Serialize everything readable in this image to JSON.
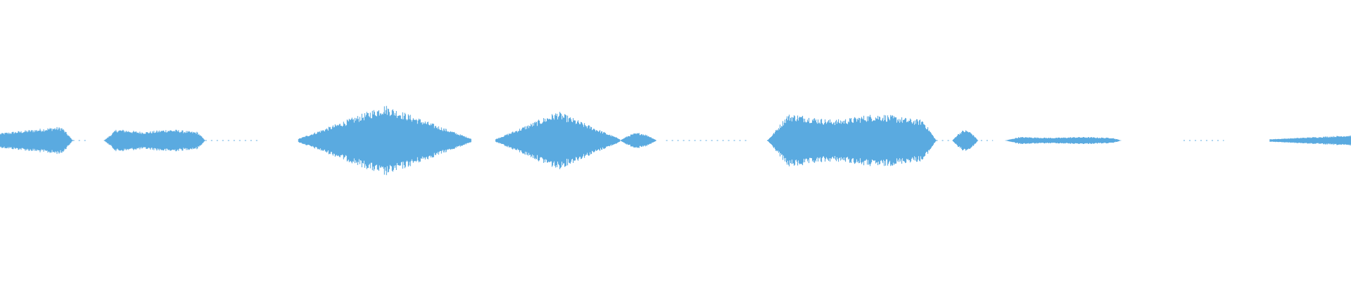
{
  "waveform": {
    "color": "#5aaae0",
    "background": "#ffffff",
    "duration_fraction_note_free": true,
    "segments": [
      {
        "start": 0.0,
        "end": 0.054,
        "peak": 0.23,
        "shape": "swell",
        "fill": true
      },
      {
        "start": 0.054,
        "end": 0.066,
        "peak": 0.01,
        "shape": "flat",
        "fill": false
      },
      {
        "start": 0.077,
        "end": 0.152,
        "peak": 0.19,
        "shape": "plateau",
        "fill": true
      },
      {
        "start": 0.152,
        "end": 0.191,
        "peak": 0.01,
        "shape": "flat",
        "fill": false
      },
      {
        "start": 0.221,
        "end": 0.349,
        "peak": 0.61,
        "shape": "diamond",
        "fill": true
      },
      {
        "start": 0.367,
        "end": 0.459,
        "peak": 0.5,
        "shape": "diamond",
        "fill": true
      },
      {
        "start": 0.459,
        "end": 0.486,
        "peak": 0.13,
        "shape": "bump",
        "fill": true
      },
      {
        "start": 0.493,
        "end": 0.553,
        "peak": 0.01,
        "shape": "flat",
        "fill": false
      },
      {
        "start": 0.568,
        "end": 0.693,
        "peak": 0.45,
        "shape": "plateau",
        "fill": true
      },
      {
        "start": 0.693,
        "end": 0.705,
        "peak": 0.01,
        "shape": "flat",
        "fill": false
      },
      {
        "start": 0.705,
        "end": 0.724,
        "peak": 0.18,
        "shape": "bump",
        "fill": true
      },
      {
        "start": 0.726,
        "end": 0.735,
        "peak": 0.01,
        "shape": "flat",
        "fill": false
      },
      {
        "start": 0.744,
        "end": 0.83,
        "peak": 0.06,
        "shape": "plateau",
        "fill": true
      },
      {
        "start": 0.876,
        "end": 0.906,
        "peak": 0.01,
        "shape": "flat",
        "fill": false
      },
      {
        "start": 0.94,
        "end": 1.0,
        "peak": 0.09,
        "shape": "swell-in",
        "fill": true
      }
    ]
  }
}
